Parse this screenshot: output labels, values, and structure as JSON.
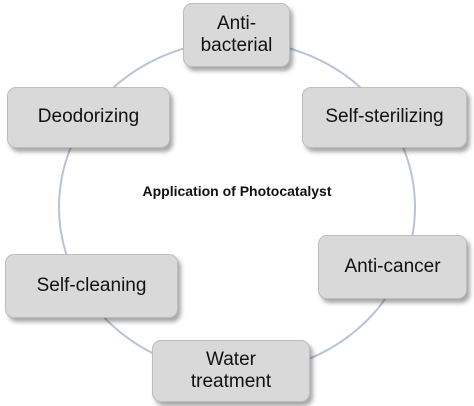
{
  "diagram": {
    "center_label": "Application of Photocatalyst",
    "nodes": [
      {
        "id": "anti-bacterial",
        "label": "Anti-\nbacterial"
      },
      {
        "id": "deodorizing",
        "label": "Deodorizing"
      },
      {
        "id": "self-sterilizing",
        "label": "Self-sterilizing"
      },
      {
        "id": "anti-cancer",
        "label": "Anti-cancer"
      },
      {
        "id": "self-cleaning",
        "label": "Self-cleaning"
      },
      {
        "id": "water-treatment",
        "label": "Water\ntreatment"
      }
    ],
    "colors": {
      "box_fill": "#d9d9d9",
      "box_border": "#bdbdbd",
      "ring": "#b7c3d6",
      "text": "#111111"
    }
  }
}
